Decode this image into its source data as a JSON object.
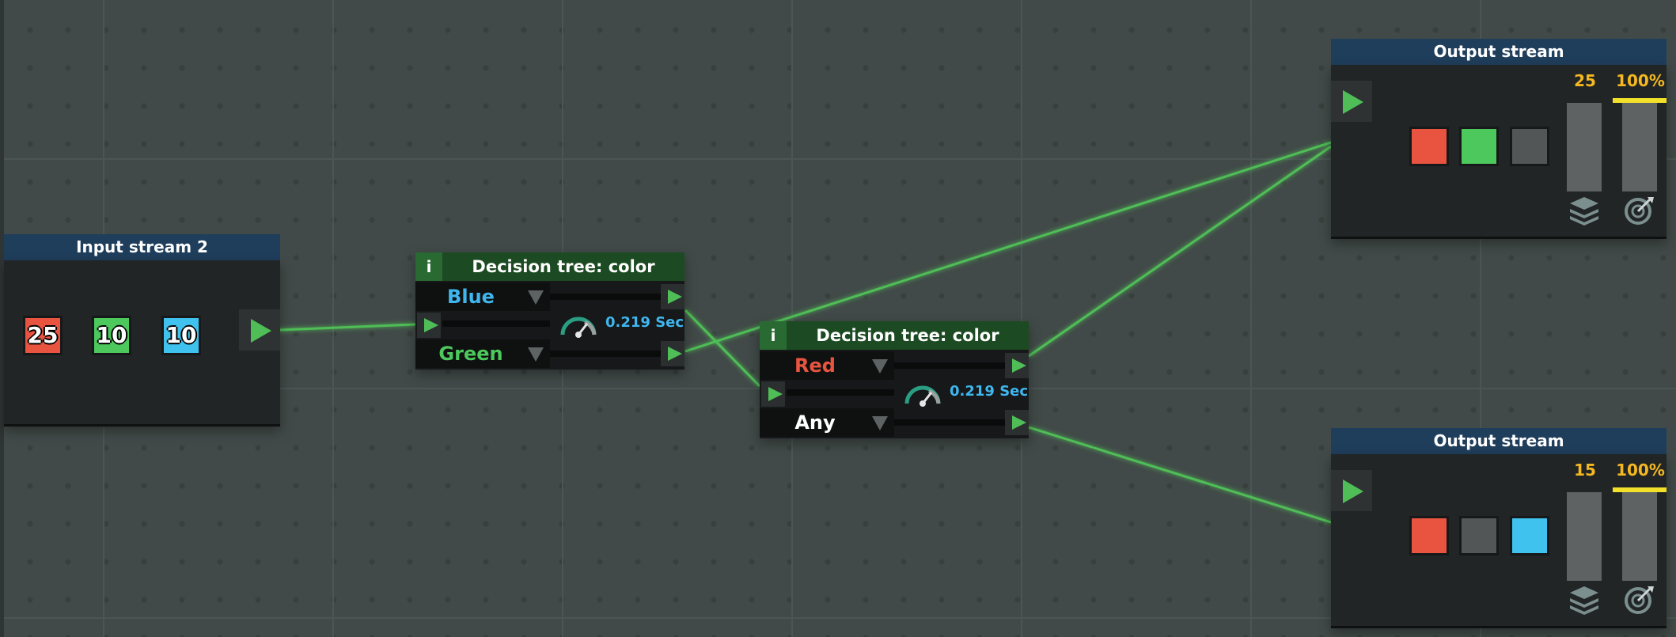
{
  "input_node": {
    "title": "Input stream 2",
    "chips": [
      {
        "value": "25",
        "color": "#e8543f"
      },
      {
        "value": "10",
        "color": "#4cc85c"
      },
      {
        "value": "10",
        "color": "#3fc2ee"
      }
    ]
  },
  "decision_trees": [
    {
      "info": "i",
      "title": "Decision tree: color",
      "top_option": "Blue",
      "bottom_option": "Green",
      "speed": "0.219 Sec"
    },
    {
      "info": "i",
      "title": "Decision tree: color",
      "top_option": "Red",
      "bottom_option": "Any",
      "speed": "0.219 Sec"
    }
  ],
  "outputs": [
    {
      "title": "Output stream",
      "count": "25",
      "percent": "100%",
      "slots": [
        "red",
        "green",
        "gray"
      ],
      "fill": 1.0
    },
    {
      "title": "Output stream",
      "count": "15",
      "percent": "100%",
      "slots": [
        "red",
        "gray",
        "blue"
      ],
      "fill": 1.0
    }
  ],
  "colors": {
    "red": "#e8543f",
    "green": "#4cc85c",
    "blue": "#3fc2ee",
    "wire": "#4fbe57",
    "header": "#1f3e5c"
  }
}
